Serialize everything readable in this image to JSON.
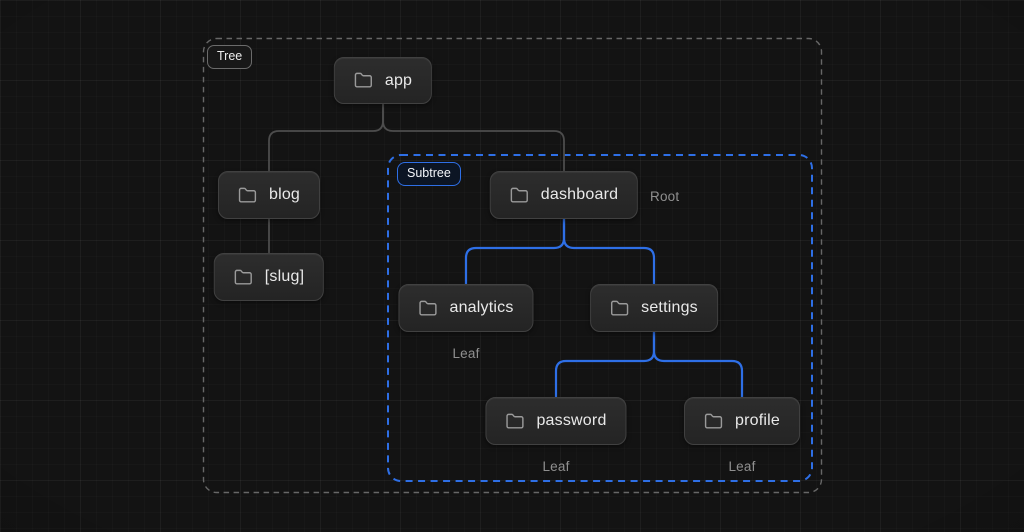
{
  "containers": {
    "tree": {
      "label": "Tree"
    },
    "subtree": {
      "label": "Subtree"
    }
  },
  "nodes": [
    {
      "id": "app",
      "label": "app",
      "icon": "folder-icon"
    },
    {
      "id": "blog",
      "label": "blog",
      "icon": "folder-icon"
    },
    {
      "id": "slug",
      "label": "[slug]",
      "icon": "folder-icon"
    },
    {
      "id": "dashboard",
      "label": "dashboard",
      "icon": "folder-icon",
      "annotation": "Root"
    },
    {
      "id": "analytics",
      "label": "analytics",
      "icon": "folder-icon",
      "annotation": "Leaf"
    },
    {
      "id": "settings",
      "label": "settings",
      "icon": "folder-icon"
    },
    {
      "id": "password",
      "label": "password",
      "icon": "folder-icon",
      "annotation": "Leaf"
    },
    {
      "id": "profile",
      "label": "profile",
      "icon": "folder-icon",
      "annotation": "Leaf"
    }
  ],
  "edges": [
    {
      "from": "app",
      "to": "blog"
    },
    {
      "from": "app",
      "to": "dashboard"
    },
    {
      "from": "blog",
      "to": "[slug]"
    },
    {
      "from": "dashboard",
      "to": "analytics"
    },
    {
      "from": "dashboard",
      "to": "settings"
    },
    {
      "from": "settings",
      "to": "password"
    },
    {
      "from": "settings",
      "to": "profile"
    }
  ],
  "colors": {
    "background": "#131313",
    "node_background": "#282828",
    "node_border": "#414141",
    "node_text": "#e9e9e9",
    "muted_text": "#8f8f8f",
    "edge_gray": "#4d4d4d",
    "accent_blue": "#2e6fe6",
    "tree_dash_gray": "#676767"
  }
}
